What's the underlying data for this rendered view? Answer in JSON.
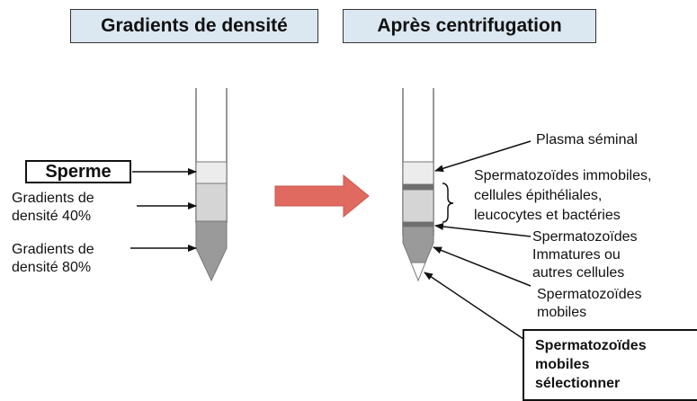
{
  "headers": {
    "left": "Gradients de densité",
    "right": "Après centrifugation"
  },
  "left_labels": {
    "sperme": "Sperme",
    "gradient_40": [
      "Gradients de",
      "densité 40%"
    ],
    "gradient_80": [
      "Gradients de",
      "densité 80%"
    ]
  },
  "right_labels": {
    "plasma": "Plasma séminal",
    "immobile": [
      "Spermatozoïdes immobiles,",
      "cellules épithéliales,",
      "leucocytes et bactéries"
    ],
    "immature": [
      "Spermatozoïdes",
      "Immatures ou",
      "autres cellules"
    ],
    "mobile": [
      "Spermatozoïdes",
      "mobiles"
    ],
    "selected": [
      "Spermatozoïdes",
      "mobiles",
      "sélectionner"
    ]
  },
  "colors": {
    "arrow": "#e06a60",
    "layer_light": "#ececec",
    "layer_mid": "#d5d5d5",
    "layer_dark": "#9a9a9a",
    "band_dark": "#6e6e6e"
  }
}
